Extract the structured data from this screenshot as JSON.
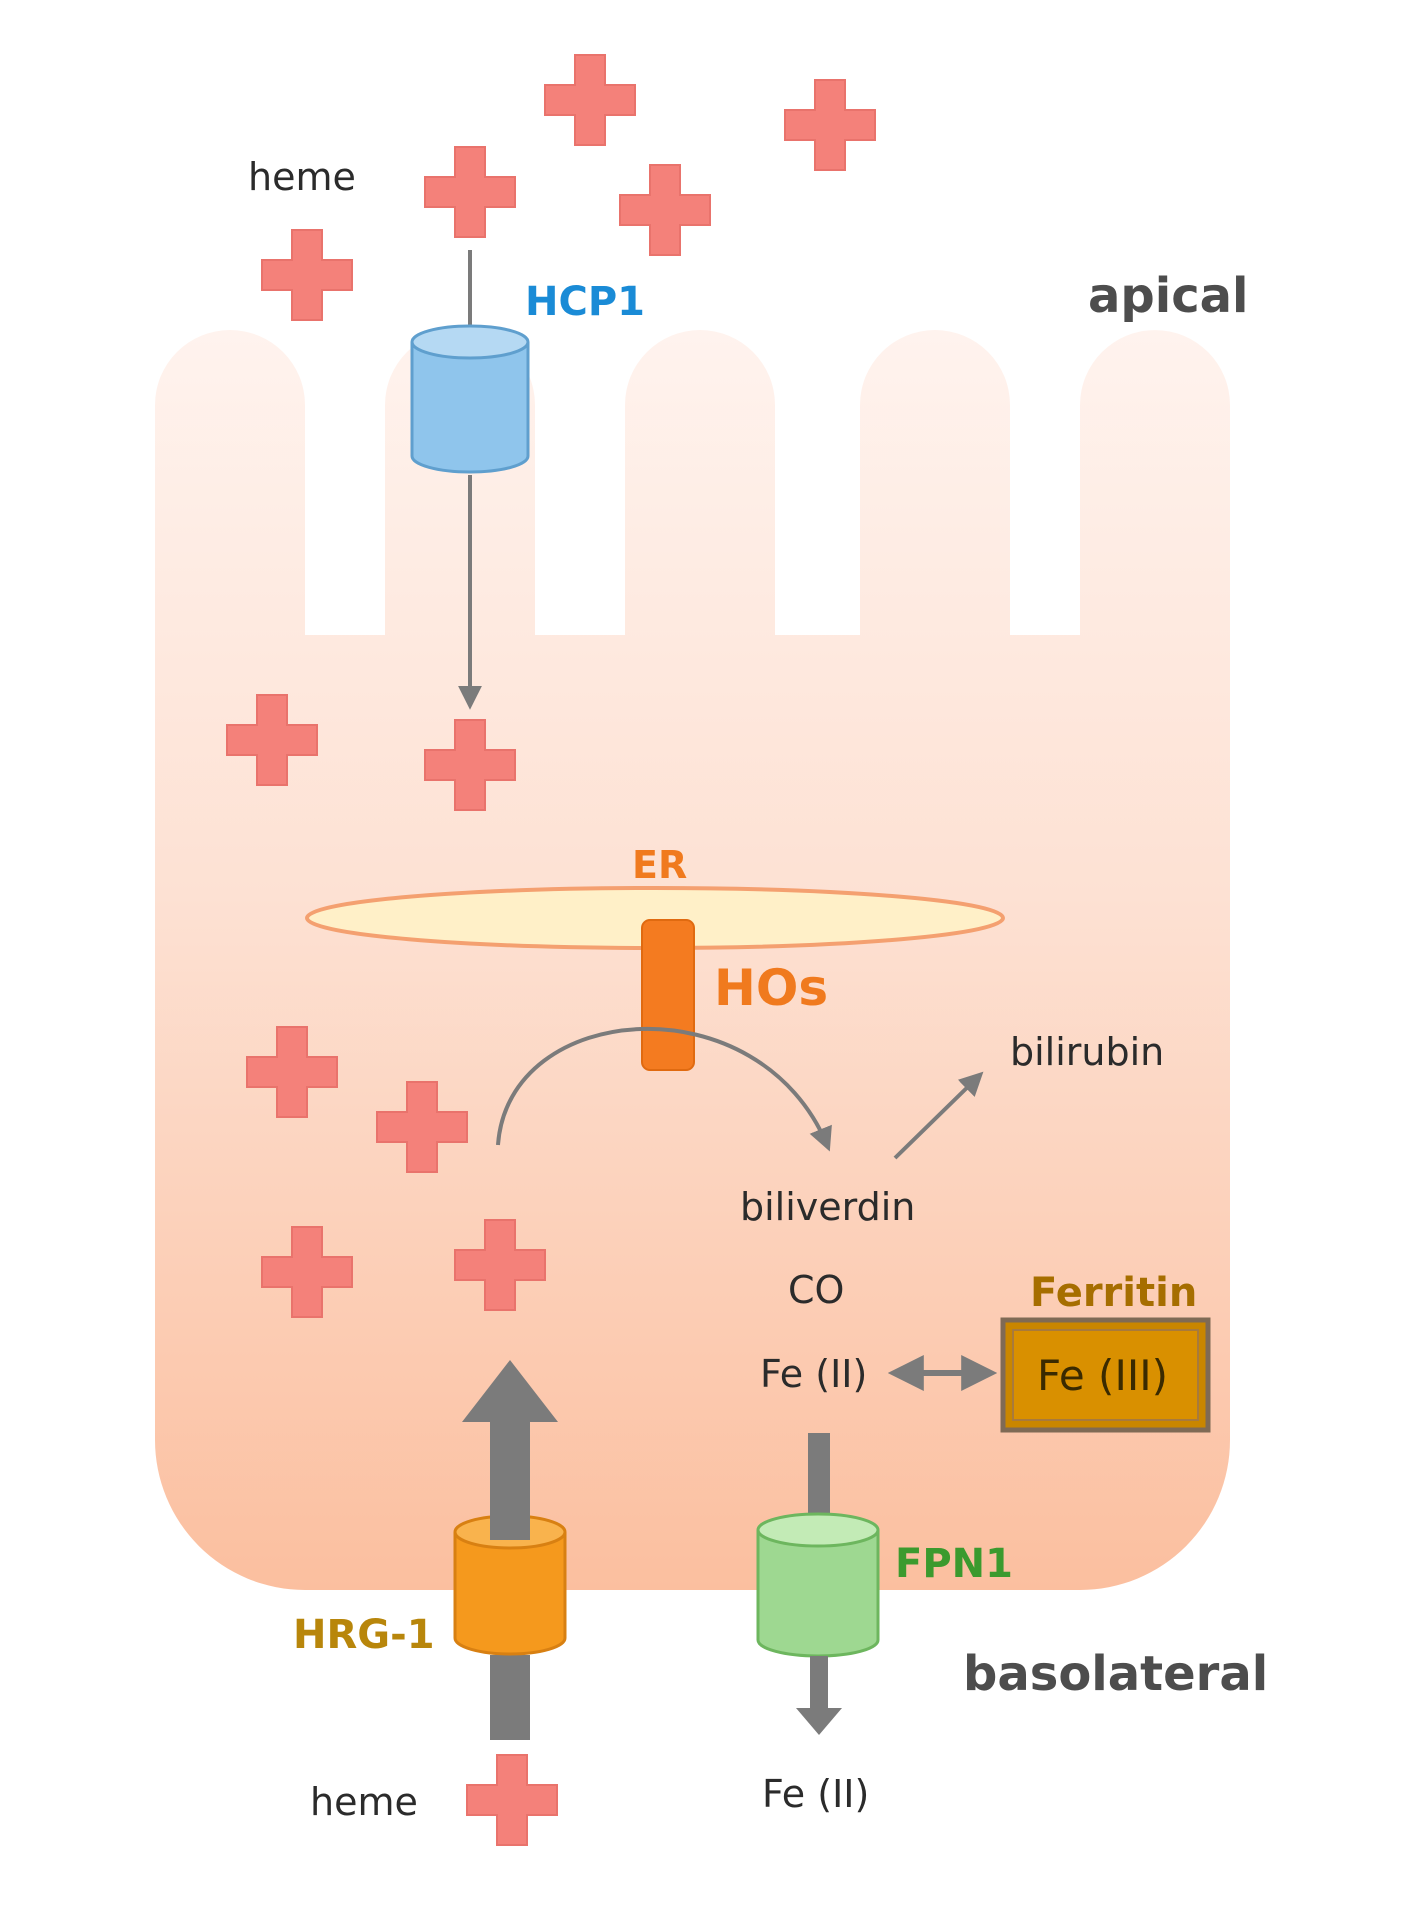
{
  "labels": {
    "heme_top": "heme",
    "hcp1": "HCP1",
    "apical": "apical",
    "er": "ER",
    "hos": "HOs",
    "bilirubin": "bilirubin",
    "biliverdin": "biliverdin",
    "co": "CO",
    "ferritin": "Ferritin",
    "fe_iii": "Fe (III)",
    "fe_ii_inside": "Fe (II)",
    "fpn1": "FPN1",
    "hrg1": "HRG-1",
    "basolateral": "basolateral",
    "heme_bottom": "heme",
    "fe_ii_outside": "Fe (II)"
  },
  "colors": {
    "heme": "#f4817a",
    "hcp1": "#1a8bd6",
    "hcp1_body": "#8fc5ec",
    "er_label": "#f07a1e",
    "hos_body": "#f47b20",
    "ferritin_label": "#a66e00",
    "ferritin_box": "#d08c00",
    "fpn1_label": "#3b9a2e",
    "fpn1_body": "#9ed891",
    "hrg1_label": "#b8860b",
    "hrg1_body": "#f5991d",
    "arrow": "#7b7b7b"
  }
}
